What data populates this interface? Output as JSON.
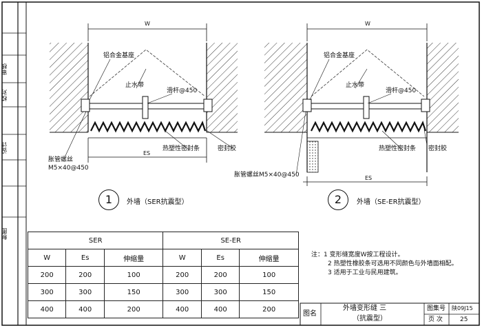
{
  "sidebar": [
    "审核",
    "校对",
    "设计",
    "制图"
  ],
  "sidebar_names": [
    "",
    "",
    "",
    ""
  ],
  "detail1": {
    "w": "W",
    "es": "ES",
    "base": "铝合金基座",
    "water": "止水带",
    "rod": "滑杆@450",
    "screw": "胀管螺丝",
    "screw_spec": "M5×40@450",
    "seal_strip": "热塑性密封条",
    "sealant": "密封胶",
    "num": "1",
    "caption": "外墙（SER抗震型）"
  },
  "detail2": {
    "w": "W",
    "es": "ES",
    "base": "铝合金基座",
    "water": "止水带",
    "rod": "滑杆@450",
    "screw_spec": "胀管螺丝M5×40@450",
    "seal_strip": "热塑性密封条",
    "sealant": "密封胶",
    "num": "2",
    "caption": "外墙（SE-ER抗震型）"
  },
  "table": {
    "group1": "SER",
    "group2": "SE-ER",
    "headers": [
      "W",
      "Es",
      "伸缩量",
      "W",
      "Es",
      "伸缩量"
    ],
    "rows": [
      [
        "200",
        "200",
        "100",
        "200",
        "200",
        "100"
      ],
      [
        "300",
        "300",
        "150",
        "300",
        "300",
        "150"
      ],
      [
        "400",
        "400",
        "200",
        "400",
        "400",
        "200"
      ]
    ]
  },
  "notes": {
    "lead": "注：",
    "items": [
      "1  变形缝宽度W按工程设计。",
      "2  热塑性橡胶条可选用不同颜色与外墙面相配。",
      "3  适用于工业与民用建筑。"
    ]
  },
  "titleblock": {
    "name_label": "图名",
    "title1": "外墙变形缝  三",
    "title2": "（抗震型）",
    "set_label": "图集号",
    "set_value": "陕09J15",
    "page_label": "页  次",
    "page_value": "25"
  }
}
